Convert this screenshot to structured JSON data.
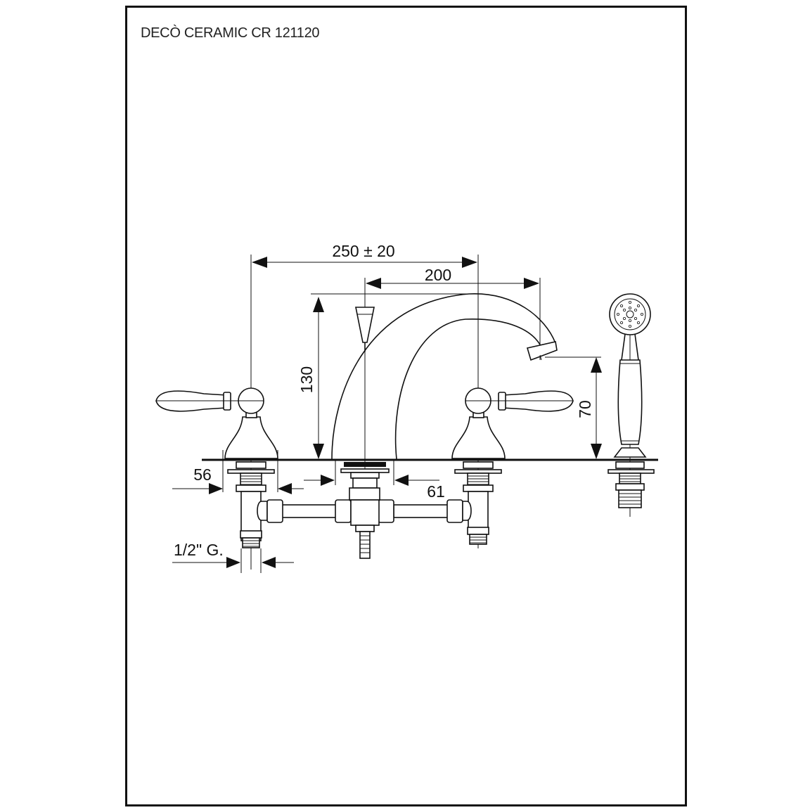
{
  "title": "DECÒ CERAMIC CR 121120",
  "dimensions": {
    "width_total": "250 ± 20",
    "spout_reach": "200",
    "spout_height": "130",
    "outlet_height": "70",
    "hole_left": "56",
    "hole_center": "61",
    "connection": "1/2\" G."
  }
}
